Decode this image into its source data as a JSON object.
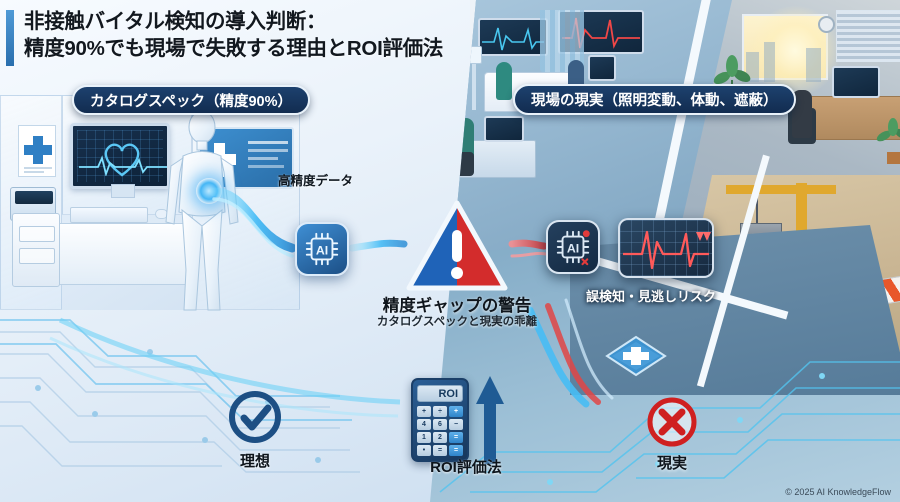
{
  "title": {
    "line1": "非接触バイタル検知の導入判断：",
    "line2": "精度90%でも現場で失敗する理由とROI評価法"
  },
  "pills": {
    "left": "カタログスペック（精度90%）",
    "right": "現場の現実（照明変動、体動、遮蔽）"
  },
  "labels": {
    "high_accuracy_data": "高精度データ",
    "risk": "誤検知・見逃しリスク"
  },
  "warning": {
    "title": "精度ギャップの警告",
    "subtitle": "カタログスペックと現実の乖離"
  },
  "bottom": {
    "ideal": "理想",
    "roi": "ROI評価法",
    "reality": "現実"
  },
  "calculator": {
    "display": "ROI",
    "keys": [
      "+",
      "÷",
      "+",
      "4",
      "6",
      "−",
      "1",
      "2",
      "=",
      "•",
      "=",
      "="
    ]
  },
  "icons": {
    "ai_chip_left": "ai-chip-icon",
    "ai_chip_right": "ai-chip-error-icon",
    "ecg_monitor": "ecg-monitor-icon",
    "warning": "warning-triangle-icon",
    "check": "check-circle-icon",
    "cross": "x-circle-icon",
    "medical_plus": "medical-plus-icon",
    "arrow": "up-arrow-icon",
    "calculator": "calculator-icon"
  },
  "colors": {
    "accent_blue": "#2a6fae",
    "deep_navy": "#122c50",
    "alert_red": "#d32c2c",
    "warn_blue": "#1f63b8",
    "ideal_bg": "#eaf2fa",
    "reality_bg": "#8fb2cc"
  },
  "footer": "© 2025 AI KnowledgeFlow"
}
